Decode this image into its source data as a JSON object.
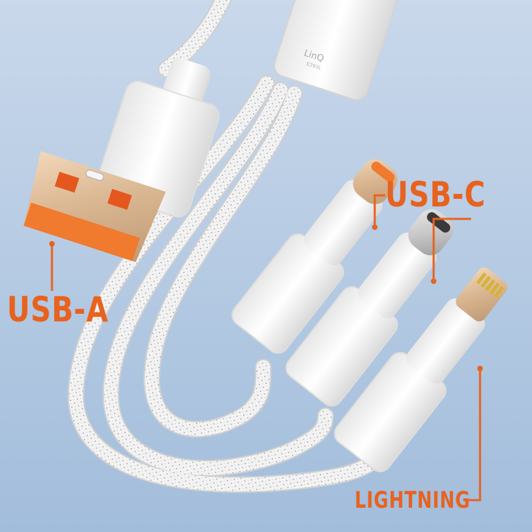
{
  "colors": {
    "background_top": "#c7d6ea",
    "background_bottom": "#a4bfdc",
    "cable": "#f4f4f4",
    "accent_orange": "#e8621f"
  },
  "brand": {
    "logo_text": "LinQ",
    "model_text": "E293L"
  },
  "labels": {
    "usb_a": "USB-A",
    "usb_c": "USB-C",
    "lightning": "LIGHTNING"
  }
}
